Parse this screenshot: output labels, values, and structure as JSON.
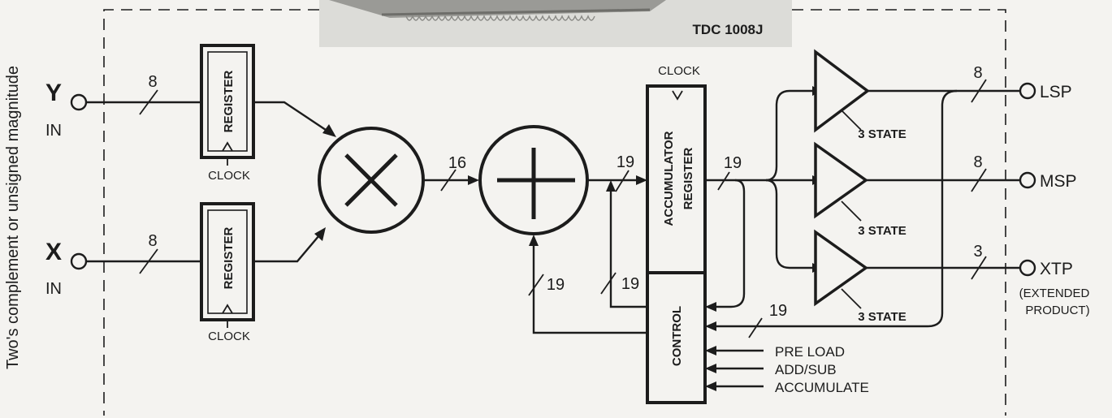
{
  "side_caption": "Two's complement or unsigned magnitude",
  "chip_label": "TDC 1008J",
  "inputs": {
    "y_letter": "Y",
    "y_sub": "IN",
    "x_letter": "X",
    "x_sub": "IN"
  },
  "registers": {
    "label": "REGISTER",
    "clock": "CLOCK"
  },
  "accumulator": {
    "line1": "ACCUMULATOR",
    "line2": "REGISTER",
    "clock": "CLOCK"
  },
  "control_label": "CONTROL",
  "buffers": {
    "label": "3 STATE"
  },
  "bus_widths": {
    "y_in": "8",
    "x_in": "8",
    "mult_out": "16",
    "adder_out": "19",
    "acc_out": "19",
    "feedback_adder": "19",
    "feedback_acc": "19",
    "control_in": "19",
    "lsp": "8",
    "msp": "8",
    "xtp": "3"
  },
  "outputs": {
    "lsp": "LSP",
    "msp": "MSP",
    "xtp": "XTP",
    "xtp_note_1": "(EXTENDED",
    "xtp_note_2": "PRODUCT)"
  },
  "control_inputs": [
    "PRE LOAD",
    "ADD/SUB",
    "ACCUMULATE"
  ]
}
